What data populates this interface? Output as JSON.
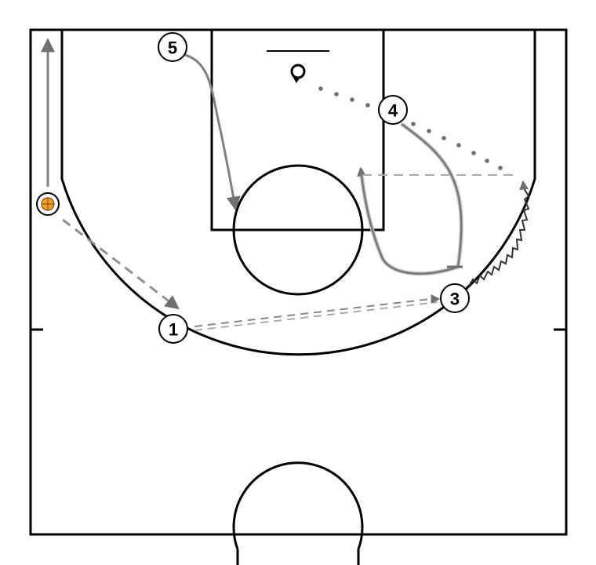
{
  "diagram": {
    "players": [
      {
        "id": "p1",
        "label": "1"
      },
      {
        "id": "p3",
        "label": "3"
      },
      {
        "id": "p4",
        "label": "4"
      },
      {
        "id": "p5",
        "label": "5"
      }
    ],
    "colors": {
      "court_line": "#000000",
      "move_path": "#808080",
      "pass_line": "#a0a0a0",
      "dribble": "#444444",
      "ball": "#f0a030"
    },
    "icons": {
      "ball": "basketball-icon",
      "hoop": "hoop-icon",
      "arrowhead": "arrowhead-icon"
    }
  }
}
